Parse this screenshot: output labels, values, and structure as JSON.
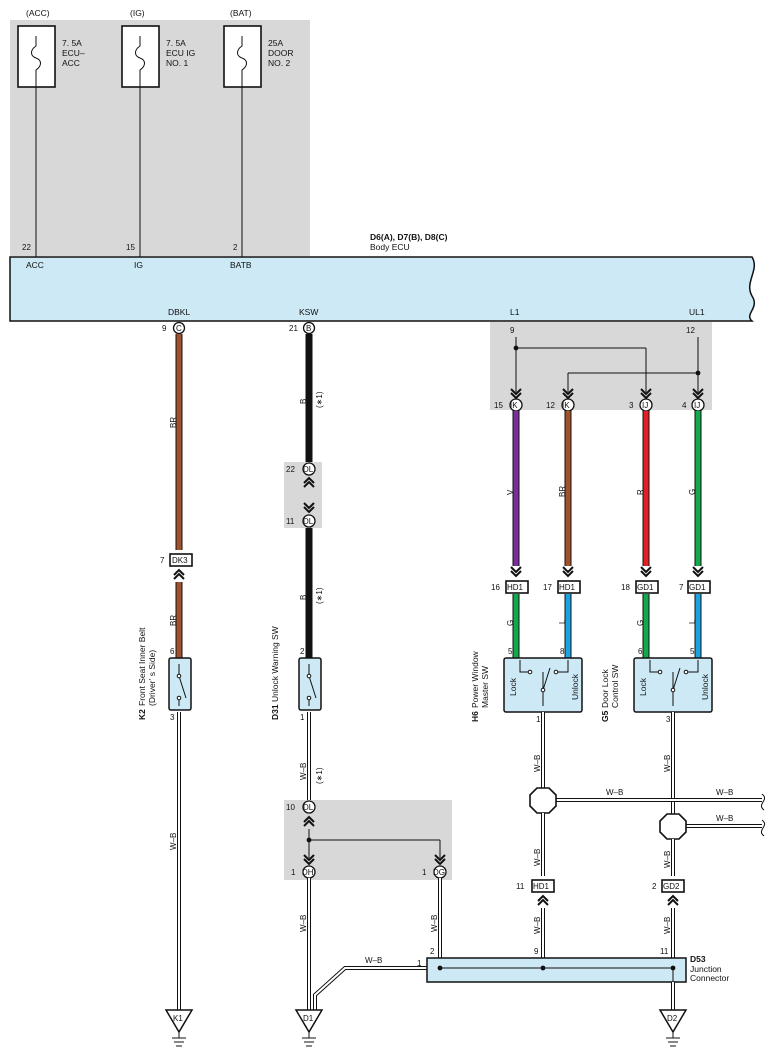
{
  "fuses": [
    {
      "source": "(ACC)",
      "line1": "7. 5A",
      "line2": "ECU–",
      "line3": "ACC",
      "pin": "22",
      "terminal": "ACC"
    },
    {
      "source": "(IG)",
      "line1": "7. 5A",
      "line2": "ECU IG",
      "line3": "NO. 1",
      "pin": "15",
      "terminal": "IG"
    },
    {
      "source": "(BAT)",
      "line1": "25A",
      "line2": "DOOR",
      "line3": "NO. 2",
      "pin": "2",
      "terminal": "BATB"
    }
  ],
  "ecu": {
    "connectors": "D6(A), D7(B), D8(C)",
    "name": "Body ECU"
  },
  "ecu_bottom_terminals": {
    "dbkl": "DBKL",
    "ksw": "KSW",
    "l1": "L1",
    "ul1": "UL1"
  },
  "ecu_bottom_pins": {
    "dbkl_pin": "9",
    "dbkl_conn": "C",
    "ksw_pin": "21",
    "ksw_conn": "B",
    "l1_pin": "9",
    "ul1_pin": "12"
  },
  "wire_colors": {
    "br": "BR",
    "b": "B",
    "v": "V",
    "r": "R",
    "g": "G",
    "l": "L",
    "wb": "W–B",
    "star": "(∗1)"
  },
  "inline_connectors": {
    "dk3": "DK3",
    "dk3_pin": "7",
    "dl": "DL",
    "dl_pin_a": "22",
    "dl_pin_b": "11",
    "dl_pin_c": "10",
    "ik": "IK",
    "ik_pin_a": "15",
    "ik_pin_b": "12",
    "ij": "IJ",
    "ij_pin_a": "3",
    "ij_pin_b": "4",
    "hd1": "HD1",
    "hd1_pin_a": "16",
    "hd1_pin_b": "17",
    "hd1_pin_c": "11",
    "gd1": "GD1",
    "gd1_pin_a": "18",
    "gd1_pin_b": "7",
    "gd2": "GD2",
    "gd2_pin": "2",
    "dh": "DH",
    "dh_pin": "1",
    "dg": "DG",
    "dg_pin": "1"
  },
  "components": {
    "k2_id": "K2",
    "k2_line1": "Front Seat Inner Belt",
    "k2_line2": "(Driver’ s Side)",
    "k2_pin_top": "6",
    "k2_pin_bot": "3",
    "d31_id": "D31",
    "d31_line1": "Unlock Warning SW",
    "d31_pin_top": "2",
    "d31_pin_bot": "1",
    "h6_id": "H6",
    "h6_line1": "Power Window",
    "h6_line2": "Master SW",
    "h6_pin_lock": "5",
    "h6_pin_unlock": "8",
    "h6_pin_bot": "1",
    "g5_id": "G5",
    "g5_line1": "Door Lock",
    "g5_line2": "Control SW",
    "g5_pin_lock": "6",
    "g5_pin_unlock": "5",
    "g5_pin_bot": "3",
    "lock": "Lock",
    "unlock": "Unlock"
  },
  "junction": {
    "id": "D53",
    "line1": "Junction",
    "line2": "Connector",
    "pin_a": "2",
    "pin_b": "1",
    "pin_c": "9",
    "pin_d": "11"
  },
  "grounds": {
    "k1": "K1",
    "d1": "D1",
    "d2": "D2"
  },
  "colors": {
    "ecu_fill": "#cde9f5",
    "gray_area": "#d8d8d8",
    "brown": "#a0522d",
    "black": "#111111",
    "violet": "#7b2d9a",
    "red": "#e31e24",
    "green": "#12a84b",
    "blue": "#1aa3e0"
  }
}
